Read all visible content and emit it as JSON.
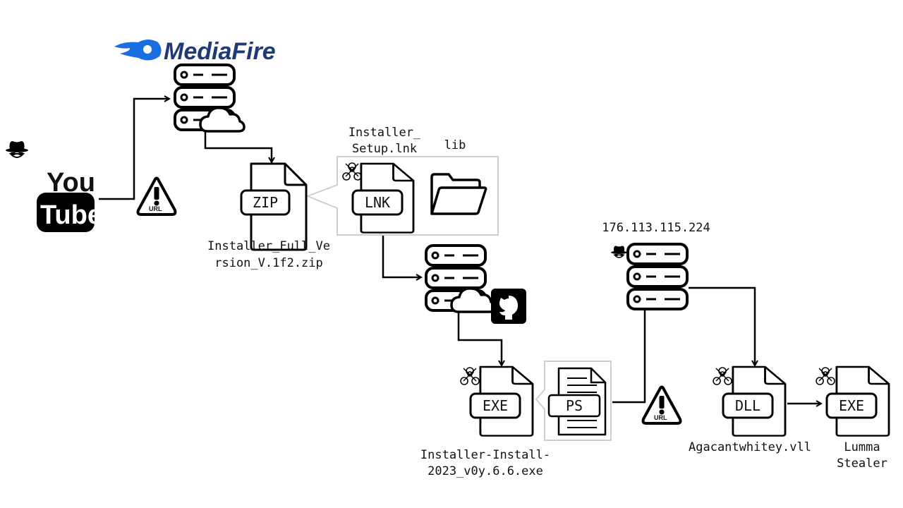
{
  "brand": {
    "mediafire": "MediaFire",
    "youtube_top": "You",
    "youtube_bottom": "Tube"
  },
  "badges": {
    "url": "URL",
    "warning": "!"
  },
  "files": {
    "zip": {
      "tag": "ZIP",
      "name_line1": "Installer_Full_Ve",
      "name_line2": "rsion_V.1f2.zip"
    },
    "lnk": {
      "tag": "LNK",
      "name_line1": "Installer_",
      "name_line2": "Setup.lnk"
    },
    "lib": {
      "name": "lib"
    },
    "exe": {
      "tag": "EXE",
      "name_line1": "Installer-Install-",
      "name_line2": "2023_v0y.6.6.exe"
    },
    "ps": {
      "tag": "PS"
    },
    "dll": {
      "tag": "DLL",
      "name": "Agacantwhitey.vll"
    },
    "final_exe": {
      "tag": "EXE",
      "name_line1": "Lumma",
      "name_line2": "Stealer"
    }
  },
  "servers": {
    "c2": {
      "ip": "176.113.115.224"
    }
  },
  "icons": [
    "hacker-icon",
    "youtube-logo",
    "mediafire-logo",
    "server-icon",
    "cloud-icon",
    "github-icon",
    "biohazard-icon",
    "folder-icon",
    "warning-url-icon",
    "file-icon"
  ]
}
